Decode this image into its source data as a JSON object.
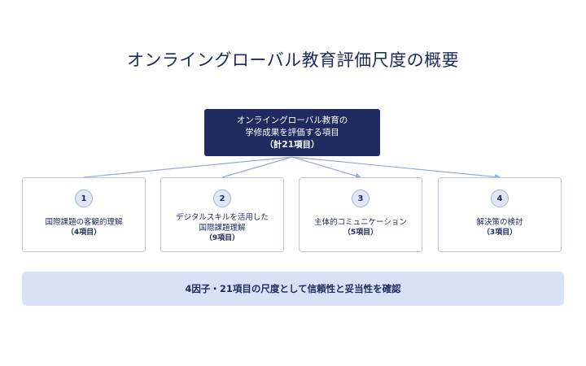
{
  "title": "オンライングローバル教育評価尺度の概要",
  "root": {
    "line1": "オンライングローバル教育の",
    "line2": "学修成果を評価する項目",
    "line3": "（計21項目）"
  },
  "factors": [
    {
      "number": "1",
      "label": "国際課題の客観的理解",
      "count": "（4項目）"
    },
    {
      "number": "2",
      "label": "デジタルスキルを活用した国際課題理解",
      "count": "（9項目）"
    },
    {
      "number": "3",
      "label": "主体的コミュニケーション",
      "count": "（5項目）"
    },
    {
      "number": "4",
      "label": "解決策の検討",
      "count": "（3項目）"
    }
  ],
  "summary": "4因子・21項目の尺度として信頼性と妥当性を確認",
  "colors": {
    "navy": "#1f2a5e",
    "border": "#b9c6e4",
    "summary_bg": "#d7e2f6",
    "connector": "#9aaad6"
  }
}
